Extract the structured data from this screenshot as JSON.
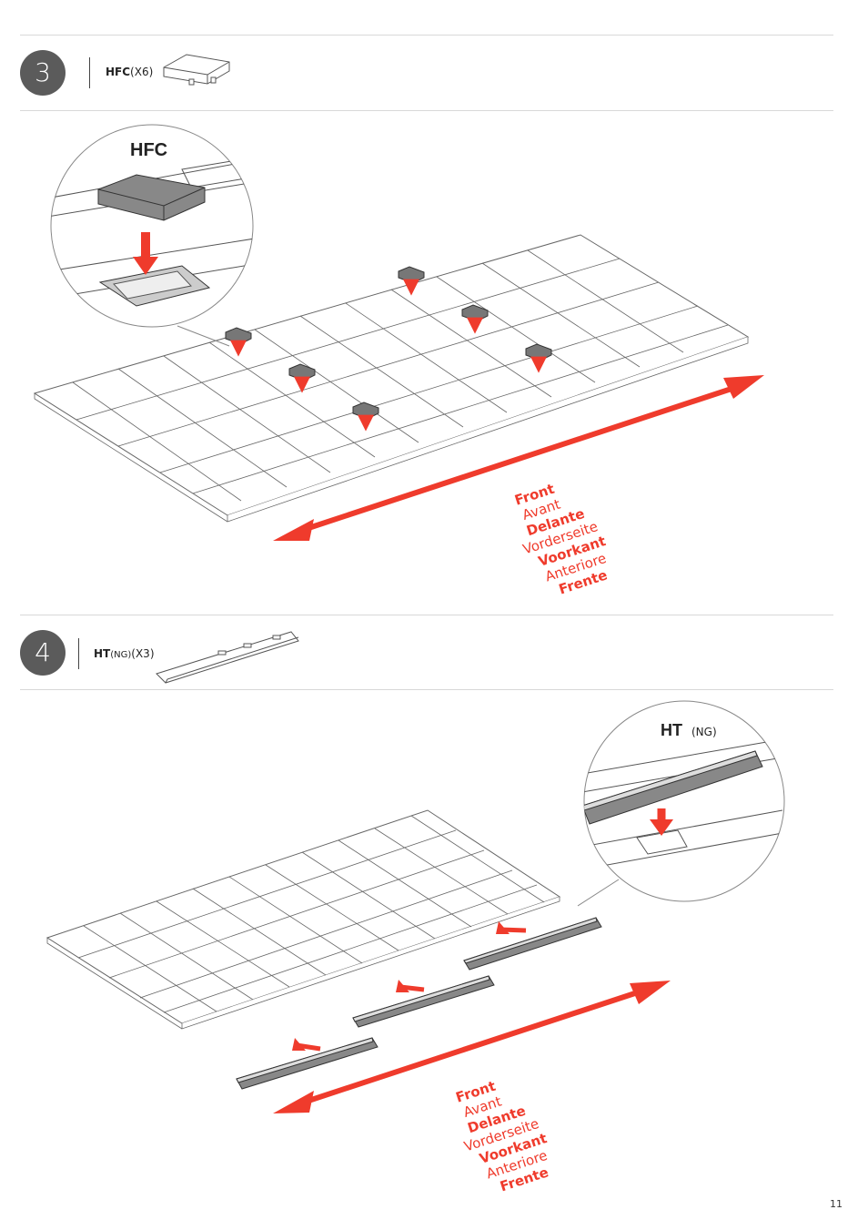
{
  "step3": {
    "number": "3",
    "part_code": "HFC",
    "part_qty": "(X6)",
    "zoom_label": "HFC"
  },
  "step4": {
    "number": "4",
    "part_code": "HT",
    "part_variant": "(NG)",
    "part_qty": "(X3)",
    "zoom_label": "HT",
    "zoom_variant": "(NG)"
  },
  "direction_words": [
    "Front",
    "Avant",
    "Delante",
    "Vorderseite",
    "Voorkant",
    "Anteriore",
    "Frente"
  ],
  "colors": {
    "arrow": "#ef3b2c",
    "badge": "#5b5b5b",
    "line": "#555555",
    "part_fill": "#777777"
  },
  "page_number": "11"
}
